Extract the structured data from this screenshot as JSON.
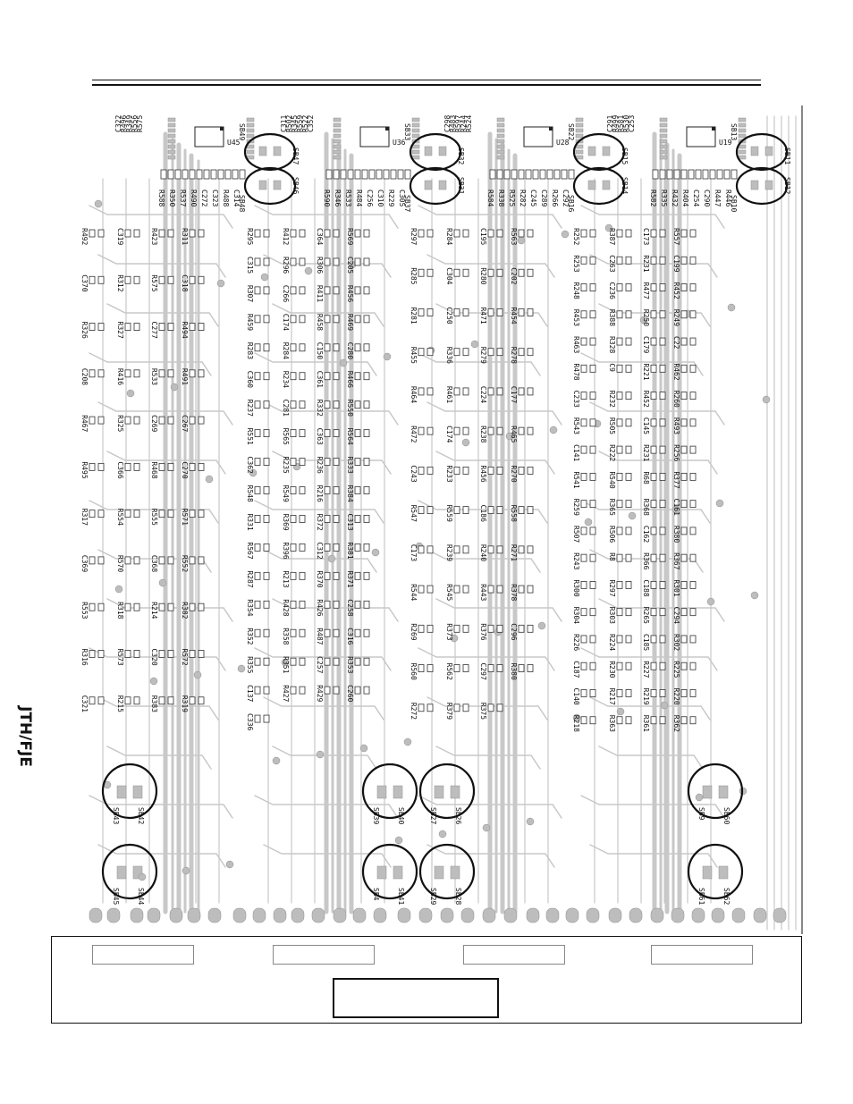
{
  "doc": {
    "signature": "JTH/FJE"
  },
  "ics": [
    {
      "ref": "U45"
    },
    {
      "ref": "U36"
    },
    {
      "ref": "U28"
    },
    {
      "ref": "U19"
    }
  ],
  "jumpers_top": [
    {
      "a": "SB47",
      "b": "SB46",
      "c": "SB49",
      "d": "SB48"
    },
    {
      "a": "SB32",
      "b": "SB31",
      "c": "SB33",
      "d": "SB37"
    },
    {
      "a": "SB15",
      "b": "SB14",
      "c": "SB22",
      "d": "SB16"
    },
    {
      "a": "SB11",
      "b": "SB12",
      "c": "SB13",
      "d": "SB10"
    }
  ],
  "jumpers_bottom": [
    {
      "a": "SB42",
      "b": "SB43"
    },
    {
      "a": "SB44",
      "b": "SB45"
    },
    {
      "a": "SB40",
      "b": "SB39"
    },
    {
      "a": "SB41",
      "b": "SB4"
    },
    {
      "a": "SB26",
      "b": "SB27"
    },
    {
      "a": "SB28",
      "b": "SB29"
    },
    {
      "a": "SB60",
      "b": "SB9"
    },
    {
      "a": "SB62",
      "b": "SB61"
    }
  ],
  "columns": [
    {
      "top_labels": [
        "C322",
        "R496",
        "R349",
        "R556",
        "R575"
      ],
      "row_labels": [
        "R588",
        "R350",
        "R537",
        "R490",
        "C272",
        "C323",
        "R488",
        "C314"
      ],
      "labels": [
        "R492",
        "C319",
        "R423",
        "R311",
        "C370",
        "R312",
        "R575",
        "C318",
        "R326",
        "R327",
        "C277",
        "R494",
        "C208",
        "R416",
        "R533",
        "R491",
        "R467",
        "R325",
        "C269",
        "C267",
        "R495",
        "C366",
        "R468",
        "C270",
        "R317",
        "R554",
        "R555",
        "R571",
        "C369",
        "R570",
        "C368",
        "R552",
        "R553",
        "R318",
        "R214",
        "R382",
        "R316",
        "R573",
        "C320",
        "R572",
        "C321",
        "R215",
        "R383",
        "R319"
      ]
    },
    {
      "top_labels": [
        "C311",
        "R502",
        "R345",
        "R559",
        "R522",
        "C352"
      ],
      "row_labels": [
        "R590",
        "R346",
        "R533",
        "R484",
        "C256",
        "C310",
        "R229",
        "C305"
      ],
      "labels": [
        "R295",
        "R412",
        "C364",
        "R569",
        "C315",
        "R296",
        "R306",
        "C205",
        "R307",
        "C266",
        "R411",
        "R456",
        "R459",
        "C174",
        "R458",
        "R469",
        "R283",
        "R284",
        "C150",
        "C280",
        "C360",
        "R234",
        "C361",
        "R466",
        "R237",
        "C281",
        "R332",
        "R550",
        "R551",
        "R565",
        "C363",
        "R564",
        "C362",
        "R235",
        "R236",
        "R333",
        "R548",
        "R549",
        "R216",
        "R384",
        "R331",
        "R369",
        "R372",
        "C313",
        "R567",
        "R396",
        "C312",
        "R381",
        "R287",
        "R213",
        "R370",
        "R371",
        "R354",
        "R428",
        "R426",
        "C258",
        "R352",
        "R358",
        "R487",
        "C316",
        "R355",
        "R351",
        "C257",
        "R353",
        "C137",
        "R427",
        "R429",
        "C260",
        "C336"
      ]
    },
    {
      "top_labels": [
        "C298",
        "R483",
        "R597",
        "R244",
        "R524"
      ],
      "row_labels": [
        "R584",
        "R338",
        "R525",
        "R282",
        "C245",
        "C289",
        "R266",
        "C292"
      ],
      "labels": [
        "R297",
        "R284",
        "C195",
        "R563",
        "R285",
        "C304",
        "R280",
        "C202",
        "R281",
        "C250",
        "R471",
        "R454",
        "R455",
        "R336",
        "R279",
        "R278",
        "R464",
        "R461",
        "C224",
        "C177",
        "R472",
        "C174",
        "R238",
        "R465",
        "C243",
        "R233",
        "R456",
        "R270",
        "R547",
        "R559",
        "C186",
        "R558",
        "C173",
        "R239",
        "R240",
        "R271",
        "R544",
        "R545",
        "R443",
        "R378",
        "R269",
        "R373",
        "R376",
        "C296",
        "R560",
        "R562",
        "C297",
        "R380",
        "R272",
        "R379",
        "R375"
      ]
    },
    {
      "top_labels": [
        "C291",
        "R499",
        "R581",
        "R530",
        "C253"
      ],
      "row_labels": [
        "R582",
        "R335",
        "R432",
        "R404",
        "C254",
        "C290",
        "R447",
        "R446"
      ],
      "labels": [
        "R252",
        "R387",
        "C173",
        "R557",
        "R253",
        "C263",
        "R231",
        "C199",
        "R248",
        "C236",
        "R477",
        "R452",
        "R453",
        "R388",
        "R250",
        "R249",
        "R463",
        "R328",
        "C179",
        "C22",
        "R478",
        "C9",
        "R221",
        "R462",
        "C233",
        "R232",
        "R452",
        "R260",
        "R543",
        "R505",
        "C145",
        "R493",
        "C141",
        "R222",
        "R231",
        "R256",
        "R541",
        "R540",
        "R68",
        "R377",
        "R259",
        "R365",
        "R368",
        "C161",
        "R507",
        "R506",
        "C162",
        "R380",
        "R243",
        "R8",
        "R366",
        "R367",
        "R300",
        "R297",
        "C188",
        "R301",
        "R304",
        "R303",
        "R265",
        "C294",
        "R226",
        "R224",
        "C185",
        "R302",
        "C187",
        "R230",
        "R227",
        "R225",
        "C140",
        "R217",
        "R219",
        "R220",
        "R218",
        "R363",
        "R361",
        "R362"
      ]
    }
  ]
}
